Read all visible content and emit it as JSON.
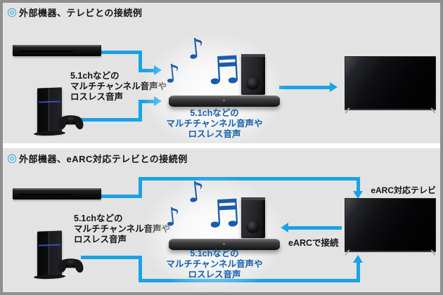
{
  "colors": {
    "background": "#e3e3e3",
    "frame": "#8f8f8f",
    "divider": "#ffffff",
    "arrow_blue": "#1ba2e6",
    "note_blue": "#1a5cac",
    "center_text_blue": "#1560ac",
    "text_black": "#141414"
  },
  "icons": {
    "bullet": "◎",
    "music_note_single": "♪",
    "music_note_beamed": "♬"
  },
  "section1": {
    "heading": "外部機器、テレビとの接続例",
    "source_lines": [
      "5.1chなどの",
      "マルチチャンネル音声や",
      "ロスレス音声"
    ],
    "center_lines": [
      "5.1chなどの",
      "マルチチャンネル音声や",
      "ロスレス音声"
    ]
  },
  "section2": {
    "heading": "外部機器、eARC対応テレビとの接続例",
    "source_lines": [
      "5.1chなどの",
      "マルチチャンネル音声や",
      "ロスレス音声"
    ],
    "center_lines": [
      "5.1chなどの",
      "マルチチャンネル音声や",
      "ロスレス音声"
    ],
    "tv_label": "eARC対応テレビ",
    "earc_connection_label": "eARCで接続"
  }
}
